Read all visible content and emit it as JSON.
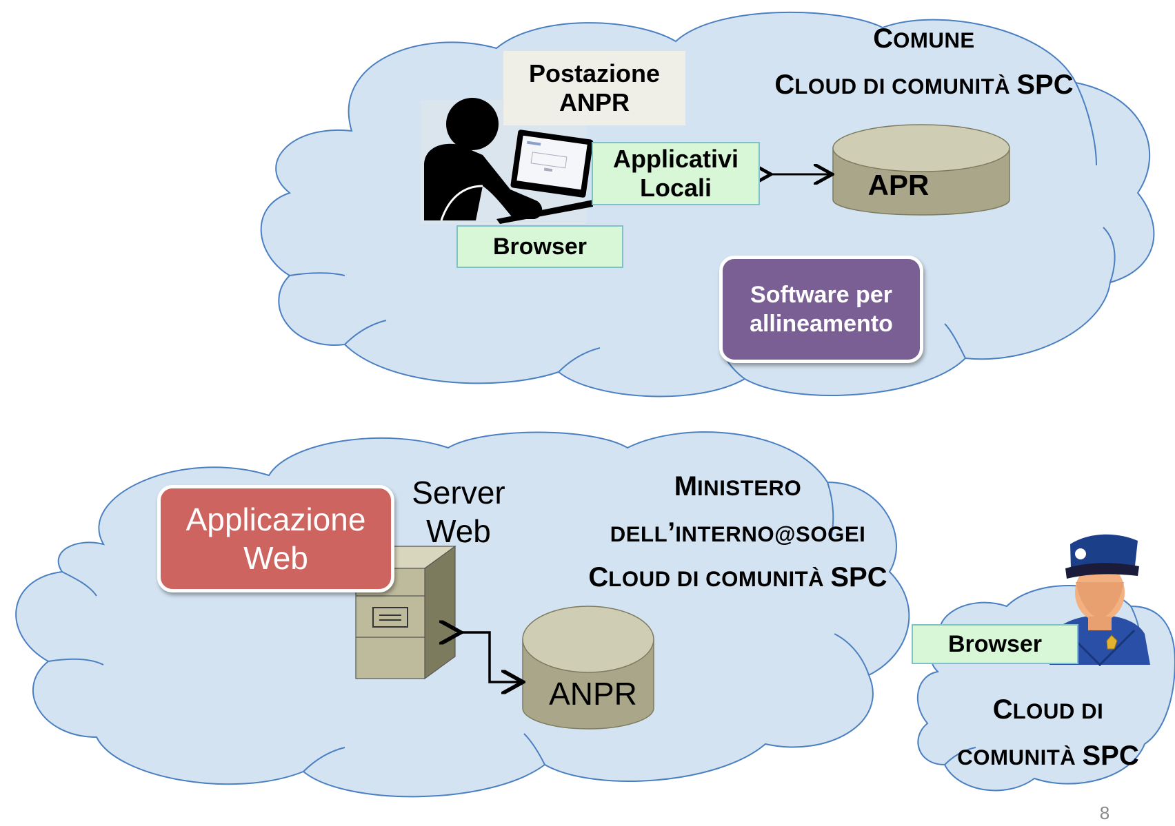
{
  "colors": {
    "cloud_fill": "#d4e3f1",
    "cloud_stroke": "#4a7fc1",
    "green_box": "#d7f7d6",
    "purple_box": "#7a5f94",
    "red_box": "#cd6460",
    "db_top": "#cfcdb4",
    "db_body": "#a9a68a",
    "server_body": "#bdbb9c"
  },
  "icons": {
    "user": "user-at-laptop-icon",
    "officer": "police-officer-icon",
    "server": "file-cabinet-server-icon",
    "db_apr": "database-cylinder-icon",
    "db_anpr": "database-cylinder-icon"
  },
  "cloud_comune": {
    "title_line1_first": "C",
    "title_line1_rest": "OMUNE",
    "title_line2_first": "C",
    "title_line2_rest": "LOUD DI COMUNITÀ ",
    "title_line2_end": "SPC",
    "postazione_label": "Postazione\nANPR",
    "applicativi_label": "Applicativi\nLocali",
    "browser_label": "Browser",
    "apr_label": "APR",
    "software_label": "Software per\nallineamento"
  },
  "cloud_ministero": {
    "title_line1_first": "M",
    "title_line1_rest": "INISTERO",
    "title_line2_a": "DELL",
    "title_line2_b": "’",
    "title_line2_c": "INTERNO@S",
    "title_line2_d": "OGEI",
    "title_line3_first": "C",
    "title_line3_rest": "LOUD DI COMUNITÀ ",
    "title_line3_end": "SPC",
    "app_label": "Applicazione\nWeb",
    "server_label": "Server\nWeb",
    "anpr_label": "ANPR"
  },
  "cloud_small": {
    "browser_label": "Browser",
    "title_line1_first": "C",
    "title_line1_rest": "LOUD DI",
    "title_line2_rest": "COMUNITÀ ",
    "title_line2_end": "SPC"
  },
  "page_number": "8"
}
